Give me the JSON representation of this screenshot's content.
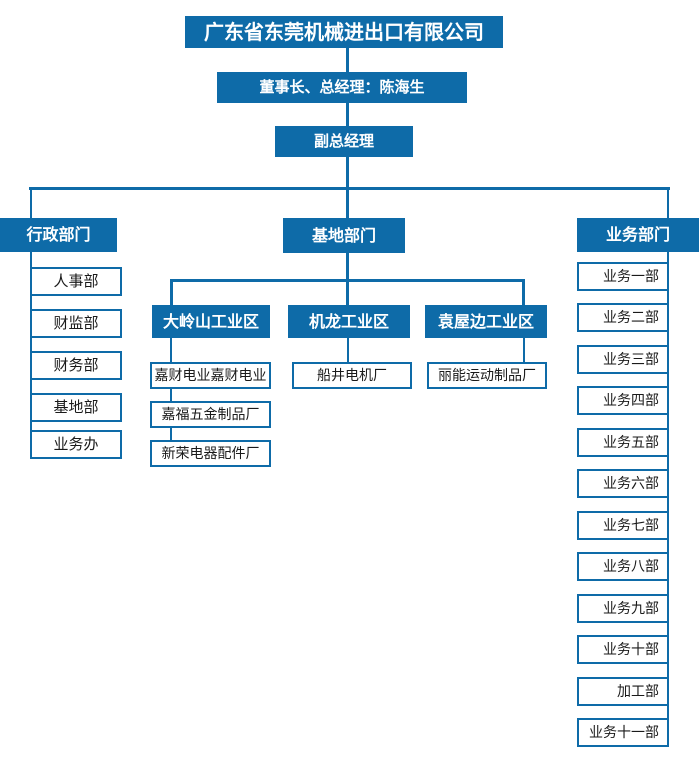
{
  "title": "广东省东莞机械进出口有限公司",
  "executives": {
    "chairman": "董事长、总经理：陈海生",
    "deputy": "副总经理"
  },
  "branches": {
    "admin": {
      "header": "行政部门",
      "children": [
        "人事部",
        "财监部",
        "财务部",
        "基地部",
        "业务办"
      ]
    },
    "base": {
      "header": "基地部门",
      "zones": [
        {
          "header": "大岭山工业区",
          "factories": [
            "嘉财电业嘉财电业",
            "嘉福五金制品厂",
            "新荣电器配件厂"
          ]
        },
        {
          "header": "机龙工业区",
          "factories": [
            "船井电机厂"
          ]
        },
        {
          "header": "袁屋边工业区",
          "factories": [
            "丽能运动制品厂"
          ]
        }
      ]
    },
    "business": {
      "header": "业务部门",
      "children": [
        "业务一部",
        "业务二部",
        "业务三部",
        "业务四部",
        "业务五部",
        "业务六部",
        "业务七部",
        "业务八部",
        "业务九部",
        "业务十部",
        "加工部",
        "业务十一部"
      ]
    }
  },
  "colors": {
    "primary": "#0E6BA8",
    "text_dark": "#1A1A1A",
    "text_light": "#FFFFFF",
    "background": "#FFFFFF"
  }
}
